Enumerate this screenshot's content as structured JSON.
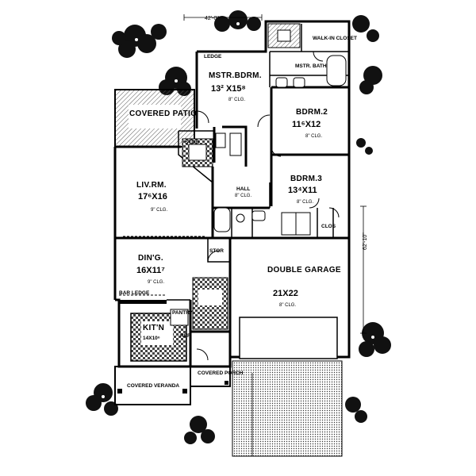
{
  "overall": {
    "width_dim": "42'-0\"",
    "depth_dim": "62'-10\""
  },
  "rooms": {
    "master_bedroom": {
      "name": "MSTR.BDRM.",
      "size": "13² X15⁸",
      "ceiling": "8\" CLG."
    },
    "walk_in_closet": {
      "name": "WALK-IN CLOSET"
    },
    "master_bath": {
      "name": "MSTR. BATH"
    },
    "ledge": {
      "name": "LEDGE"
    },
    "covered_patio": {
      "name": "COVERED PATIO"
    },
    "bedroom_2": {
      "name": "BDRM.2",
      "size": "11⁶X12",
      "ceiling": "8\" CLG."
    },
    "living_room": {
      "name": "LIV.RM.",
      "size": "17⁶X16",
      "ceiling": "9\" CLG."
    },
    "storage_1": {
      "name": "STOR"
    },
    "hall": {
      "name": "HALL",
      "ceiling": "8\" CLG."
    },
    "bedroom_3": {
      "name": "BDRM.3",
      "size": "13⁴X11",
      "ceiling": "8\" CLG."
    },
    "closet": {
      "name": "CLOS"
    },
    "dining": {
      "name": "DIN'G.",
      "size": "16X11⁷",
      "ceiling": "9\" CLG."
    },
    "storage_2": {
      "name": "STOR"
    },
    "double_garage": {
      "name": "DOUBLE GARAGE",
      "size": "21X22",
      "ceiling": "8\" CLG."
    },
    "bar_ledge": {
      "name": "BAR LEDGE"
    },
    "pantry": {
      "name": "PANTRY"
    },
    "kitchen": {
      "name": "KIT'N",
      "size": "14X10⁶"
    },
    "refrigerator": {
      "name": "REF"
    },
    "covered_porch": {
      "name": "COVERED PORCH"
    },
    "covered_veranda": {
      "name": "COVERED VERANDA"
    }
  },
  "colors": {
    "wall": "#000000",
    "hatch": "#555555",
    "background": "#ffffff"
  }
}
